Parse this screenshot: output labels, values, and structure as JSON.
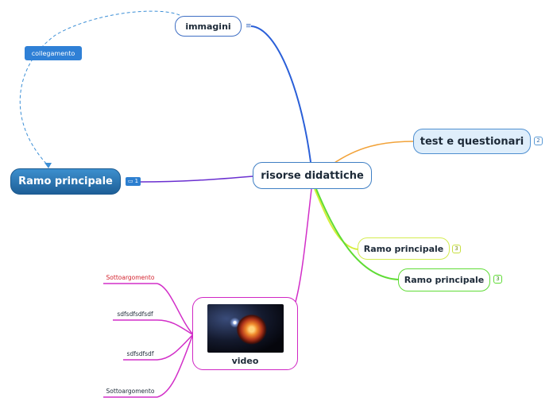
{
  "map": {
    "central_topic": "risorse didattiche",
    "nodes": {
      "immagini": "immagini",
      "test": "test e questionari",
      "ramo_big": "Ramo principale",
      "ramo_yellow": "Ramo principale",
      "ramo_green": "Ramo principale",
      "video": "video"
    },
    "badges": {
      "test_count": "2",
      "ramo_yellow_count": "3",
      "ramo_green_count": "3",
      "comment_count": "1"
    },
    "relationship_label": "collegamento",
    "subtopics": [
      "Sottoargomento",
      "sdfsdfsdfsdf",
      "sdfsdfsdf",
      "Sottoargomento"
    ],
    "colors": {
      "immagini_branch": "#2a5fd8",
      "test_branch": "#f2a33a",
      "ramo_big_branch": "#6a2fd0",
      "ramo_yellow_branch": "#d6ee3a",
      "ramo_green_branch": "#5fdc35",
      "video_branch": "#d22ec8",
      "relationship": "#3c8fd6",
      "subtopic_red": "#d4232f"
    }
  }
}
